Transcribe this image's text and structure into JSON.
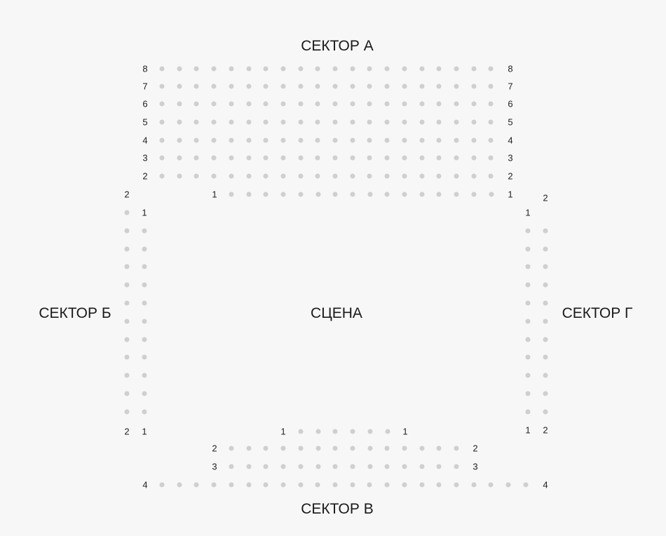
{
  "sectors": {
    "a": "СЕКТОР А",
    "b": "СЕКТОР Б",
    "v": "СЕКТОР В",
    "g": "СЕКТОР Г"
  },
  "stage": "СЦЕНА",
  "colors": {
    "seat": "#cfcfcf",
    "background": "#f7f7f7"
  },
  "rows": {
    "sector_a": [
      {
        "row": "8",
        "seats": 20
      },
      {
        "row": "7",
        "seats": 20
      },
      {
        "row": "6",
        "seats": 20
      },
      {
        "row": "5",
        "seats": 20
      },
      {
        "row": "4",
        "seats": 20
      },
      {
        "row": "3",
        "seats": 20
      },
      {
        "row": "2",
        "seats": 20
      },
      {
        "row": "1",
        "seats": 16
      }
    ],
    "sector_b": [
      {
        "row": "2",
        "seats": 12
      },
      {
        "row": "1",
        "seats": 12
      }
    ],
    "sector_g": [
      {
        "row": "1",
        "seats": 12
      },
      {
        "row": "2",
        "seats": 12
      }
    ],
    "sector_v": [
      {
        "row": "1",
        "seats": 6
      },
      {
        "row": "2",
        "seats": 14
      },
      {
        "row": "3",
        "seats": 14
      },
      {
        "row": "4",
        "seats": 22
      }
    ]
  }
}
